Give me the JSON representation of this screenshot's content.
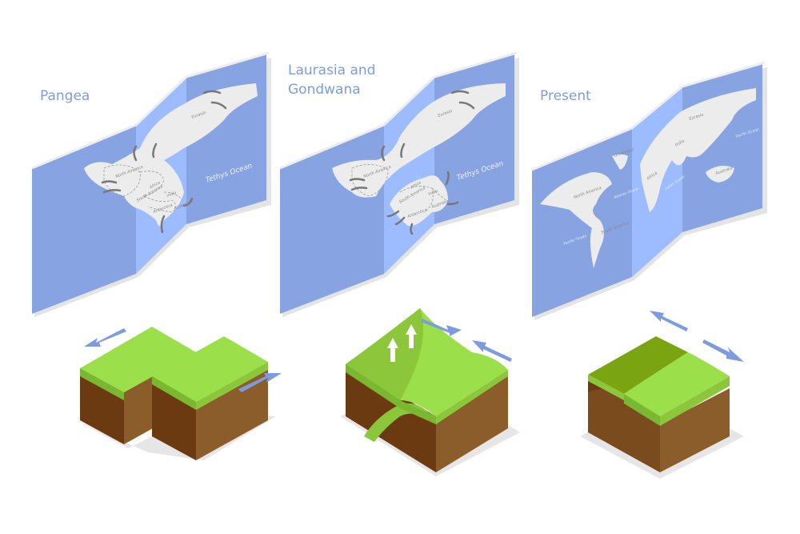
{
  "panels": [
    {
      "title_lines": [
        "Pangea"
      ],
      "labels": {
        "eurasia": "Eurasia",
        "north_america": "North America",
        "africa": "Africa",
        "south_america": "South America",
        "india": "India",
        "antarctica": "Antarctica",
        "australia": "Australia",
        "ocean": "Tethys Ocean"
      }
    },
    {
      "title_lines": [
        "Laurasia and",
        "Gondwana"
      ],
      "labels": {
        "eurasia": "Eurasia",
        "north_america": "North America",
        "africa": "Africa",
        "south_america": "South America",
        "india": "India",
        "antarctica": "Antarctica",
        "australia": "Australia",
        "ocean": "Tethys Ocean"
      }
    },
    {
      "title_lines": [
        "Present"
      ],
      "labels": {
        "greenland": "Greenland",
        "north_america": "North America",
        "atlantic": "Atlantic Ocean",
        "south_america": "South America",
        "pacific_west": "Pacific Ocean",
        "africa": "Africa",
        "indian": "Indian Ocean",
        "india": "India",
        "eurasia": "Eurasia",
        "pacific_east": "Pacific Ocean",
        "australia": "Australia"
      }
    }
  ],
  "colors": {
    "map_dark": "#87a3e2",
    "map_light": "#9dbcff",
    "grass": "#8fcf35",
    "soil": "#6b3a10",
    "arrow": "#7f9be0"
  }
}
